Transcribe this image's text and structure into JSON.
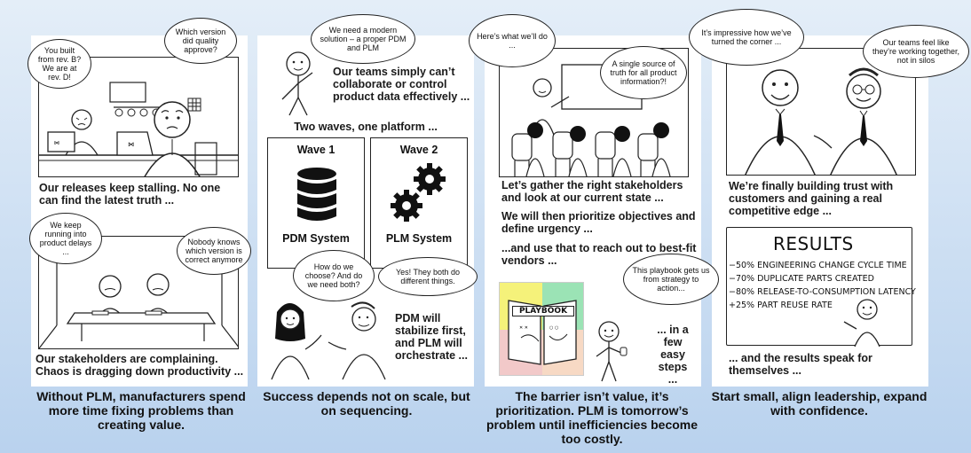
{
  "panel1": {
    "bubble_left": "You built from rev. B? We are at rev. D!",
    "bubble_right": "Which version did quality approve?",
    "caption_top": "Our releases keep stalling. No one can find the latest truth ...",
    "bubble_delays": "We keep running into product delays ...",
    "bubble_nobody": "Nobody knows which version is correct anymore",
    "caption_bottom": "Our stakeholders are complaining. Chaos is dragging down productivity ...",
    "footer": "Without PLM, manufacturers spend more time fixing problems than creating value."
  },
  "panel2": {
    "bubble_need": "We need a modern solution – a proper PDM and PLM",
    "caption_top": "Our teams simply can’t collaborate or control product data effectively ...",
    "two_waves": "Two waves, one platform ...",
    "wave1_title": "Wave 1",
    "wave1_label": "PDM System",
    "wave2_title": "Wave 2",
    "wave2_label": "PLM System",
    "bubble_choose": "How do we choose? And do we need both?",
    "bubble_yes": "Yes! They both do different things.",
    "caption_bottom": "PDM will stabilize first, and PLM will orchestrate ...",
    "footer": "Success depends not on scale, but on sequencing."
  },
  "panel3": {
    "bubble_heres": "Here’s what we’ll do ...",
    "bubble_single": "A single source of truth for all product information?!",
    "caption_1": "Let’s gather the right stakeholders and look at our current state ...",
    "caption_2": "We will then prioritize objectives and define urgency ...",
    "caption_3": "...and use that to reach out to best-fit vendors ...",
    "bubble_playbook": "This playbook gets us from strategy to action...",
    "playbook_word": "PLAYBOOK",
    "caption_steps": "... in a few easy steps ...",
    "footer": "The barrier isn’t value, it’s prioritization. PLM is tomorrow’s problem until inefficiencies become too costly."
  },
  "panel4": {
    "bubble_impressive": "It’s impressive how we’ve turned the corner ...",
    "bubble_teams": "Our teams feel like they’re working together, not in silos",
    "caption_top": "We’re finally building trust with customers and gaining a real competitive edge ...",
    "results_title": "RESULTS",
    "results": [
      "−50% ENGINEERING CHANGE CYCLE TIME",
      "−70% DUPLICATE PARTS CREATED",
      "−80% RELEASE-TO-CONSUMPTION LATENCY",
      "+25% PART REUSE RATE"
    ],
    "caption_bottom": "... and the results speak for themselves ...",
    "footer": "Start small, align leadership, expand with confidence."
  },
  "colors": {
    "ink": "#1a1a1a",
    "sticky_yellow": "#f5f27a",
    "sticky_green": "#9be3b5",
    "sticky_pink": "#f2c9c9",
    "sticky_peach": "#f7d9c4"
  }
}
